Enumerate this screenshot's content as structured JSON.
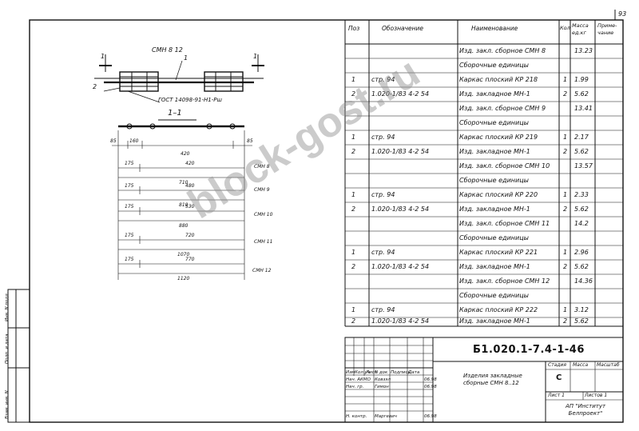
{
  "page_number": "93",
  "drawing": {
    "title": "СМН 8 12",
    "mark1": "1",
    "mark2": "2",
    "section_left": "1",
    "section_right": "1",
    "gost_note": "ГОСТ 14098-91-Н1-Рш",
    "section_label": "1–1",
    "top_dims": [
      "85",
      "160",
      "420",
      "85"
    ],
    "rows": [
      {
        "a": "175",
        "b": "420",
        "total": "710",
        "tag": "СМН 8"
      },
      {
        "a": "175",
        "b": "480",
        "total": "810",
        "tag": "СМН 9"
      },
      {
        "a": "175",
        "b": "530",
        "total": "880",
        "tag": "СМН 10"
      },
      {
        "a": "175",
        "b": "720",
        "total": "1070",
        "tag": "СМН 11"
      },
      {
        "a": "175",
        "b": "770",
        "total": "1120",
        "tag": "СМН 12"
      }
    ]
  },
  "spec": {
    "headers": {
      "pos": "Поз",
      "designation": "Обозначение",
      "name": "Наименование",
      "qty": "Кол",
      "mass": "Масса ед.кг",
      "note": "Приме-чание"
    },
    "rows": [
      {
        "pos": "",
        "des": "",
        "name": "Изд. закл. сборное СМН 8",
        "qty": "",
        "mass": "13.23"
      },
      {
        "pos": "",
        "des": "",
        "name": "Сборочные единицы",
        "qty": "",
        "mass": ""
      },
      {
        "pos": "1",
        "des": "стр. 94",
        "name": "Каркас плоский КР 218",
        "qty": "1",
        "mass": "1.99"
      },
      {
        "pos": "2",
        "des": "1.020-1/83 4-2 54",
        "name": "Изд. закладное МН-1",
        "qty": "2",
        "mass": "5.62"
      },
      {
        "pos": "",
        "des": "",
        "name": "",
        "qty": "",
        "mass": ""
      },
      {
        "pos": "",
        "des": "",
        "name": "Изд. закл. сборное СМН 9",
        "qty": "",
        "mass": "13.41"
      },
      {
        "pos": "",
        "des": "",
        "name": "Сборочные единицы",
        "qty": "",
        "mass": ""
      },
      {
        "pos": "1",
        "des": "стр. 94",
        "name": "Каркас плоский КР 219",
        "qty": "1",
        "mass": "2.17"
      },
      {
        "pos": "2",
        "des": "1.020-1/83 4-2 54",
        "name": "Изд. закладное МН-1",
        "qty": "2",
        "mass": "5.62"
      },
      {
        "pos": "",
        "des": "",
        "name": "",
        "qty": "",
        "mass": ""
      },
      {
        "pos": "",
        "des": "",
        "name": "Изд. закл. сборное СМН 10",
        "qty": "",
        "mass": "13.57"
      },
      {
        "pos": "",
        "des": "",
        "name": "Сборочные единицы",
        "qty": "",
        "mass": ""
      },
      {
        "pos": "1",
        "des": "стр. 94",
        "name": "Каркас плоский КР 220",
        "qty": "1",
        "mass": "2.33"
      },
      {
        "pos": "2",
        "des": "1.020-1/83 4-2 54",
        "name": "Изд. закладное МН-1",
        "qty": "2",
        "mass": "5.62"
      },
      {
        "pos": "",
        "des": "",
        "name": "",
        "qty": "",
        "mass": ""
      },
      {
        "pos": "",
        "des": "",
        "name": "Изд. закл. сборное СМН 11",
        "qty": "",
        "mass": "14.2"
      },
      {
        "pos": "",
        "des": "",
        "name": "Сборочные единицы",
        "qty": "",
        "mass": ""
      },
      {
        "pos": "1",
        "des": "стр. 94",
        "name": "Каркас плоский КР 221",
        "qty": "1",
        "mass": "2.96"
      },
      {
        "pos": "2",
        "des": "1.020-1/83 4-2 54",
        "name": "Изд. закладное МН-1",
        "qty": "2",
        "mass": "5.62"
      },
      {
        "pos": "",
        "des": "",
        "name": "",
        "qty": "",
        "mass": ""
      },
      {
        "pos": "",
        "des": "",
        "name": "Изд. закл. сборное СМН 12",
        "qty": "",
        "mass": "14.36"
      },
      {
        "pos": "",
        "des": "",
        "name": "Сборочные единицы",
        "qty": "",
        "mass": ""
      },
      {
        "pos": "1",
        "des": "стр. 94",
        "name": "Каркас плоский КР 222",
        "qty": "1",
        "mass": "3.12"
      },
      {
        "pos": "2",
        "des": "1.020-1/83 4-2 54",
        "name": "Изд. закладное МН-1",
        "qty": "2",
        "mass": "5.62"
      }
    ]
  },
  "title_block": {
    "code": "Б1.020.1-7.4-1-46",
    "cols": [
      "Изм",
      "Кол.уч",
      "Лист",
      "N док",
      "Подпись",
      "Дата"
    ],
    "people": [
      {
        "role": "Нач. АКМО",
        "name": "Ковзэл",
        "date": "06.98"
      },
      {
        "role": "Нач. гр.",
        "name": "Гимон",
        "date": "06.98"
      },
      {
        "role": "Н. контр.",
        "name": "Маргевич",
        "date": "06.98"
      }
    ],
    "description": "Изделия закладные сборные СМН 8..12",
    "stage_hdr": "Стадия",
    "mass_hdr": "Масса",
    "scale_hdr": "Масштаб",
    "stage": "С",
    "sheet_label": "Лист  1",
    "sheets_label": "Листов  1",
    "org": "АП \"Институт Белпроект\"",
    "side_labels": [
      "Инв. N подл.",
      "Подп. и дата",
      "Взам. инв. N"
    ]
  },
  "watermark": "block-gost.ru"
}
